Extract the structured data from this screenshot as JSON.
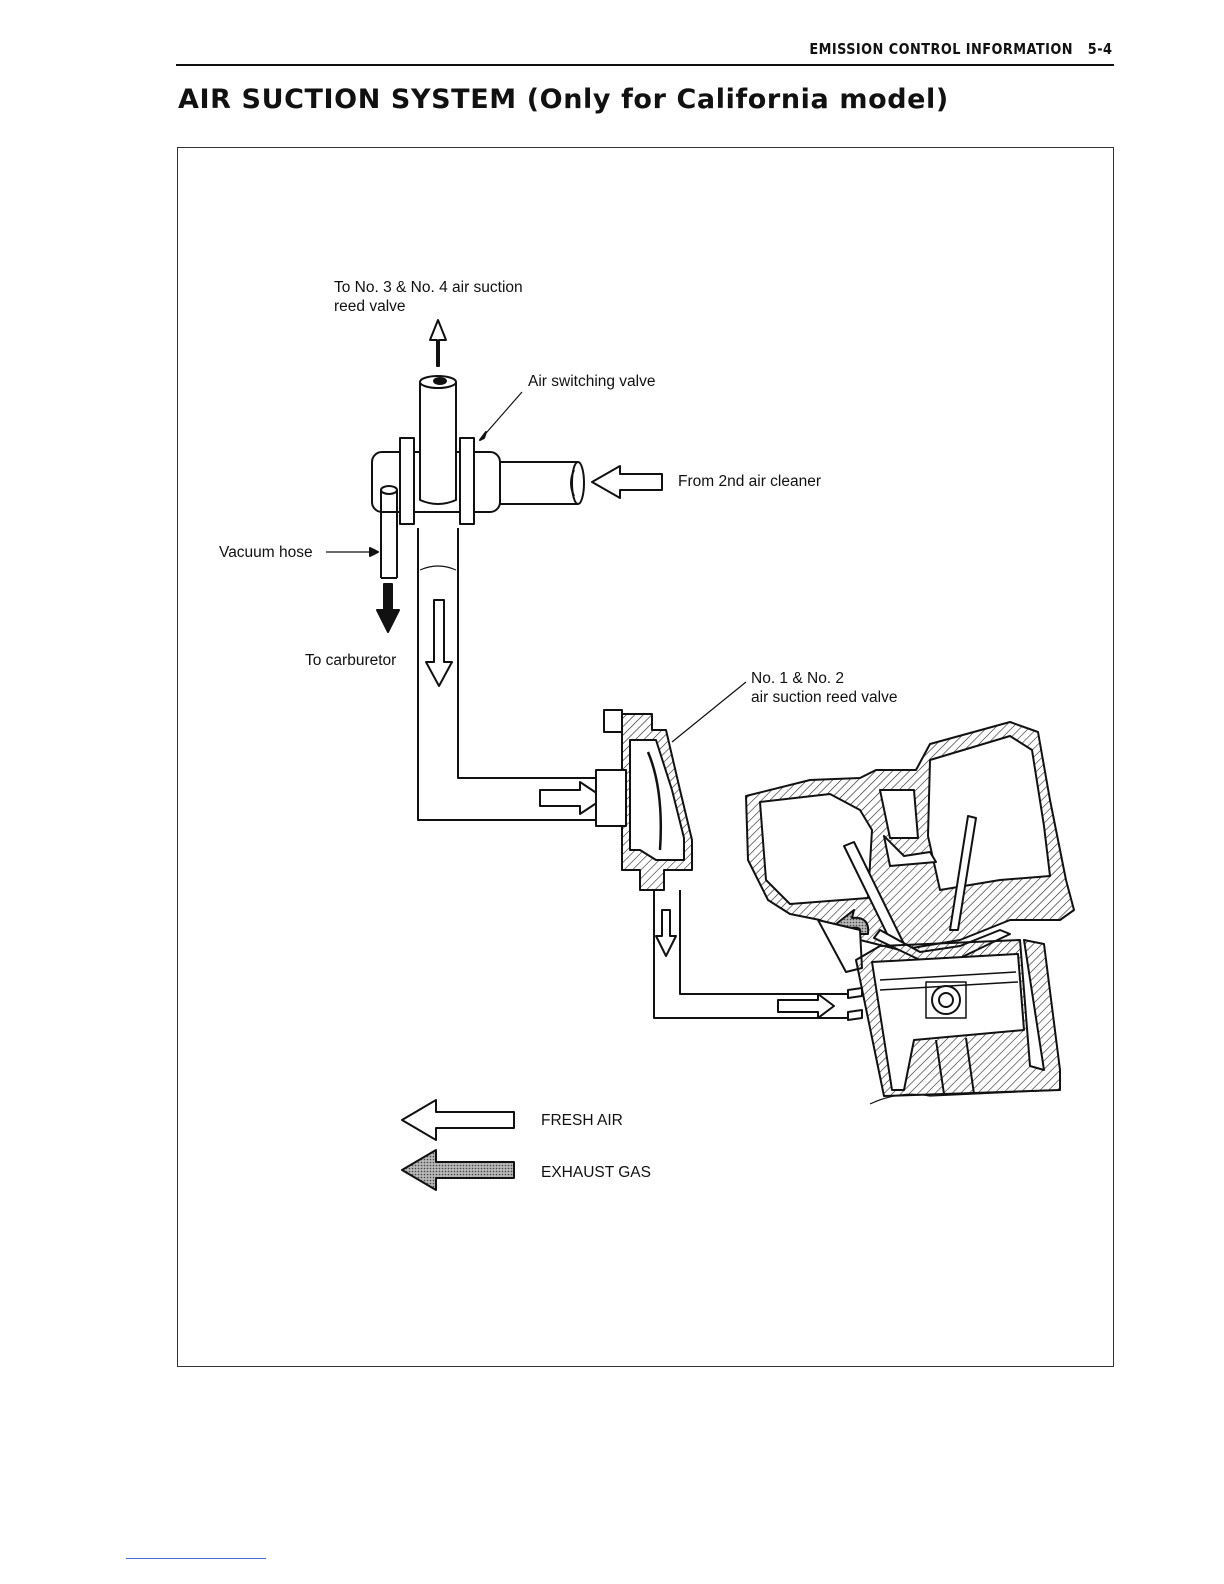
{
  "header": {
    "section": "EMISSION CONTROL INFORMATION",
    "page": "5-4"
  },
  "title": "AIR SUCTION SYSTEM (Only for California model)",
  "labels": {
    "to_reed_34_line1": "To No. 3 & No. 4 air suction",
    "to_reed_34_line2": "reed valve",
    "air_switching_valve": "Air switching valve",
    "from_air_cleaner": "From 2nd air cleaner",
    "vacuum_hose": "Vacuum hose",
    "to_carburetor": "To carburetor",
    "reed_12_line1": "No. 1 & No. 2",
    "reed_12_line2": "air suction reed valve"
  },
  "legend": [
    {
      "label": "FRESH AIR",
      "fill": "#ffffff"
    },
    {
      "label": "EXHAUST GAS",
      "fill": "#9a9a9a"
    }
  ]
}
